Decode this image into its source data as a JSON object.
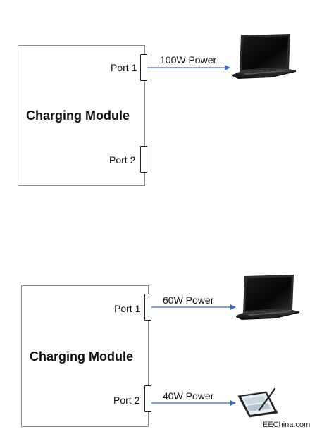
{
  "diagrams": [
    {
      "module_title": "Charging Module",
      "ports": [
        {
          "label": "Port 1",
          "power": "100W Power",
          "device": "laptop"
        },
        {
          "label": "Port 2",
          "power": "",
          "device": ""
        }
      ]
    },
    {
      "module_title": "Charging Module",
      "ports": [
        {
          "label": "Port 1",
          "power": "60W Power",
          "device": "laptop"
        },
        {
          "label": "Port 2",
          "power": "40W Power",
          "device": "tablet"
        }
      ]
    }
  ],
  "watermark": "EEChina.com",
  "colors": {
    "arrow": "#3b6fc4",
    "border": "#8a8a8a",
    "screen": "#0a0a0a",
    "body": "#2b2b2b"
  }
}
